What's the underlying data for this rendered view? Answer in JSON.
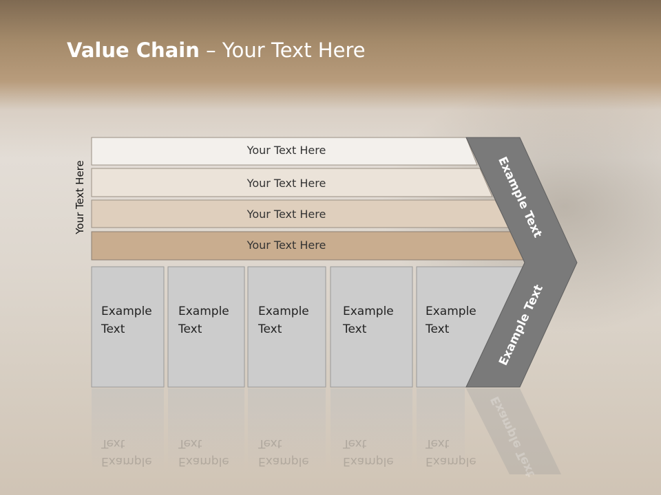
{
  "slide": {
    "title_bold": "Value Chain",
    "title_rest": " – Your Text Here",
    "side_label": "Your Text Here",
    "bars": [
      {
        "label": "Your Text Here",
        "fill": "#f3f0ec"
      },
      {
        "label": "Your Text Here",
        "fill": "#ebe3d9"
      },
      {
        "label": "Your Text Here",
        "fill": "#dfcfbd"
      },
      {
        "label": "Your Text Here",
        "fill": "#c9ad8f"
      }
    ],
    "columns": [
      {
        "line1": "Example",
        "line2": "Text"
      },
      {
        "line1": "Example",
        "line2": "Text"
      },
      {
        "line1": "Example",
        "line2": "Text"
      },
      {
        "line1": "Example",
        "line2": "Text"
      },
      {
        "line1": "Example",
        "line2": "Text"
      }
    ],
    "chevron_upper": "Example Text",
    "chevron_lower": "Example Text",
    "colors": {
      "chevron": "#7a7a7a",
      "column": "#cccccc",
      "header_band": "#a48a6a"
    }
  }
}
